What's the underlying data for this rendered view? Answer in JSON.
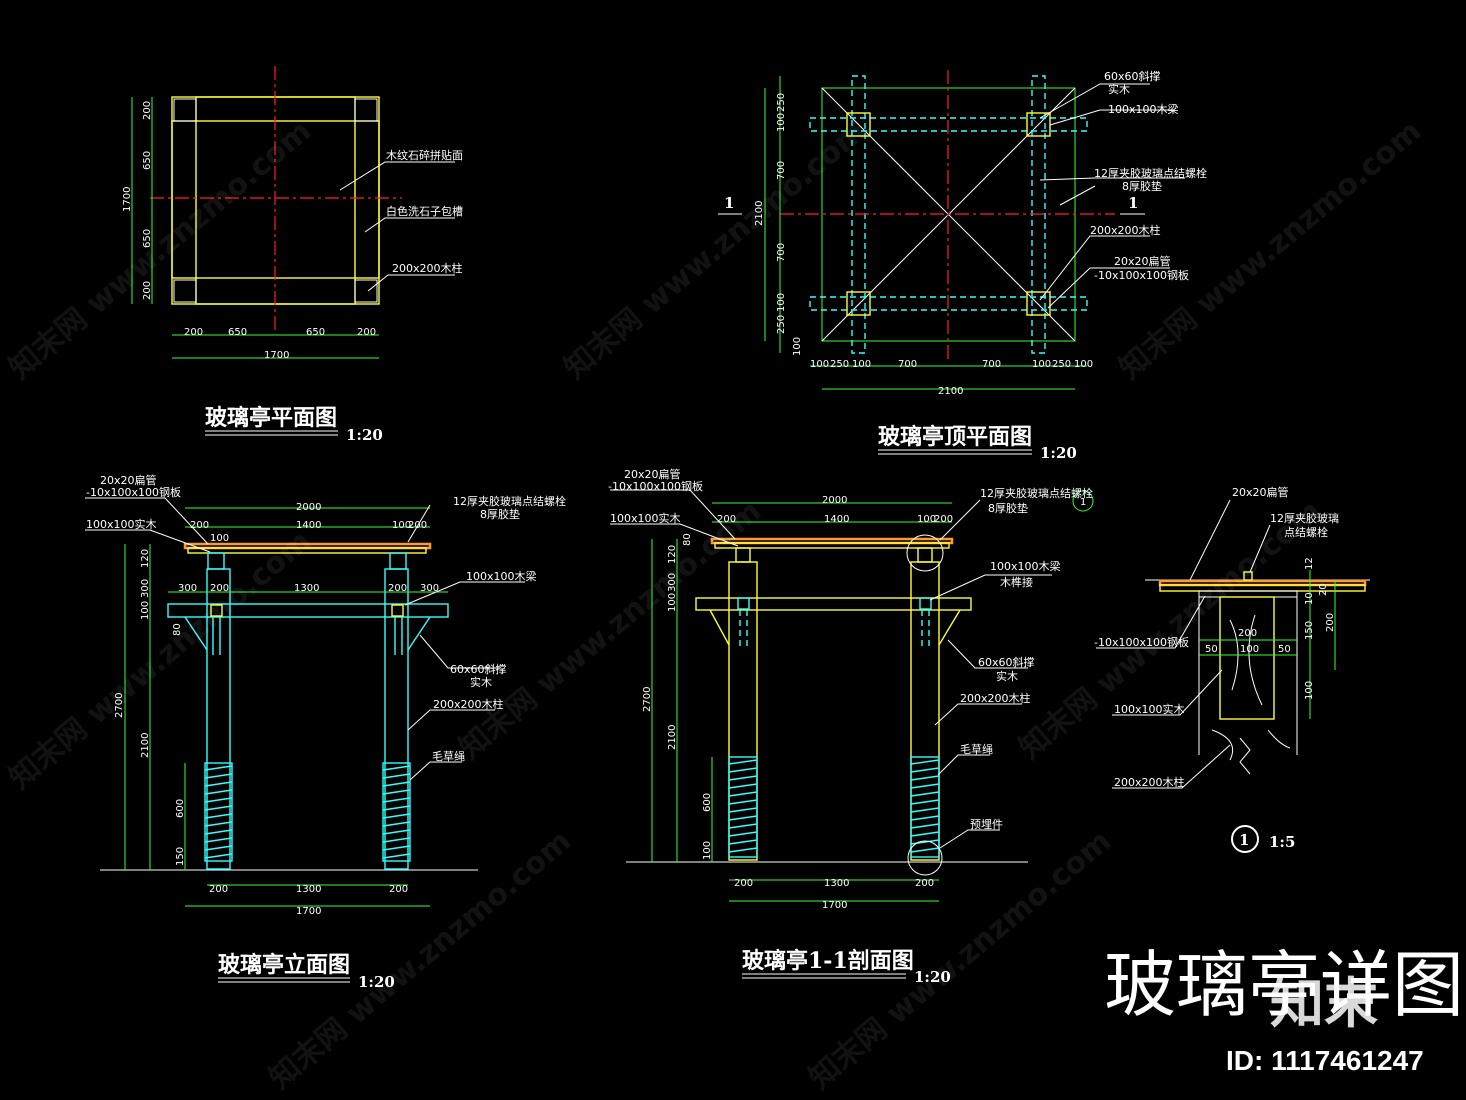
{
  "sheet_title": "玻璃亭详图",
  "drawing_id": "ID: 1117461247",
  "brand_logo": "知末",
  "watermark": "知末网 www.znzmo.com",
  "colors": {
    "background": "#000000",
    "yellow": "#ffff33",
    "cyan": "#33ffff",
    "green": "#33ff33",
    "red": "#ff2020",
    "orange": "#ff9933",
    "white": "#ffffff"
  },
  "plan": {
    "title": "玻璃亭平面图",
    "scale": "1:20",
    "dims_bottom": [
      "200",
      "650",
      "650",
      "200"
    ],
    "dim_total_bottom": "1700",
    "dims_left": [
      "200",
      "650",
      "650",
      "200"
    ],
    "dim_total_left": "1700",
    "notes": [
      "木纹石碎拼贴面",
      "白色洗石子包槽",
      "200x200木柱"
    ]
  },
  "roof_plan": {
    "title": "玻璃亭顶平面图",
    "scale": "1:20",
    "dims_bottom": [
      "100",
      "250",
      "100",
      "700",
      "700",
      "100",
      "250",
      "100"
    ],
    "dim_total_bottom": "2100",
    "dims_left": [
      "250",
      "100",
      "700",
      "700",
      "100",
      "250",
      "100"
    ],
    "dim_total_left": "2100",
    "section_mark": "1",
    "notes": [
      "60x60斜撑",
      "实木",
      "100x100木梁",
      "12厚夹胶玻璃点结螺栓",
      "8厚胶垫",
      "200x200木柱",
      "20x20扁管",
      "-10x100x100钢板"
    ]
  },
  "elevation": {
    "title": "玻璃亭立面图",
    "scale": "1:20",
    "dims_top": {
      "total": "2000",
      "a": "200",
      "b": "1400",
      "c": "100",
      "d": "200",
      "e": "100"
    },
    "dims_beam": [
      "300",
      "1300",
      "300"
    ],
    "dims_col": [
      "200",
      "200"
    ],
    "dims_bottom": [
      "200",
      "1300",
      "200"
    ],
    "dim_total_bottom": "1700",
    "dims_left": [
      "120",
      "300",
      "100",
      "80",
      "2700",
      "2100",
      "600",
      "150"
    ],
    "notes": [
      "20x20扁管",
      "-10x100x100钢板",
      "100x100实木",
      "12厚夹胶玻璃点结螺栓",
      "8厚胶垫",
      "100x100木梁",
      "60x60斜撑",
      "实木",
      "200x200木柱",
      "毛草绳"
    ]
  },
  "section": {
    "title": "玻璃亭1-1剖面图",
    "scale": "1:20",
    "dims_top": {
      "total": "2000",
      "a": "200",
      "b": "1400",
      "c": "100",
      "d": "200"
    },
    "dims_bottom": [
      "200",
      "1300",
      "200"
    ],
    "dim_total_bottom": "1700",
    "dims_left": [
      "80",
      "120",
      "300",
      "100",
      "2700",
      "2100",
      "600",
      "100"
    ],
    "detail_mark": "1",
    "notes": [
      "20x20扁管",
      "-10x100x100钢板",
      "100x100实木",
      "12厚夹胶玻璃点结螺栓",
      "8厚胶垫",
      "100x100木梁",
      "木榫接",
      "60x60斜撑",
      "实木",
      "200x200木柱",
      "毛草绳",
      "预埋件"
    ]
  },
  "detail": {
    "mark": "1",
    "scale": "1:5",
    "dims_top": [
      "200"
    ],
    "dims_mid": [
      "50",
      "100",
      "50"
    ],
    "dims_right": [
      "12",
      "10",
      "20",
      "150",
      "200",
      "100"
    ],
    "notes": [
      "20x20扁管",
      "12厚夹胶玻璃",
      "点结螺栓",
      "-10x100x100钢板",
      "100x100实木",
      "200x200木柱"
    ]
  }
}
